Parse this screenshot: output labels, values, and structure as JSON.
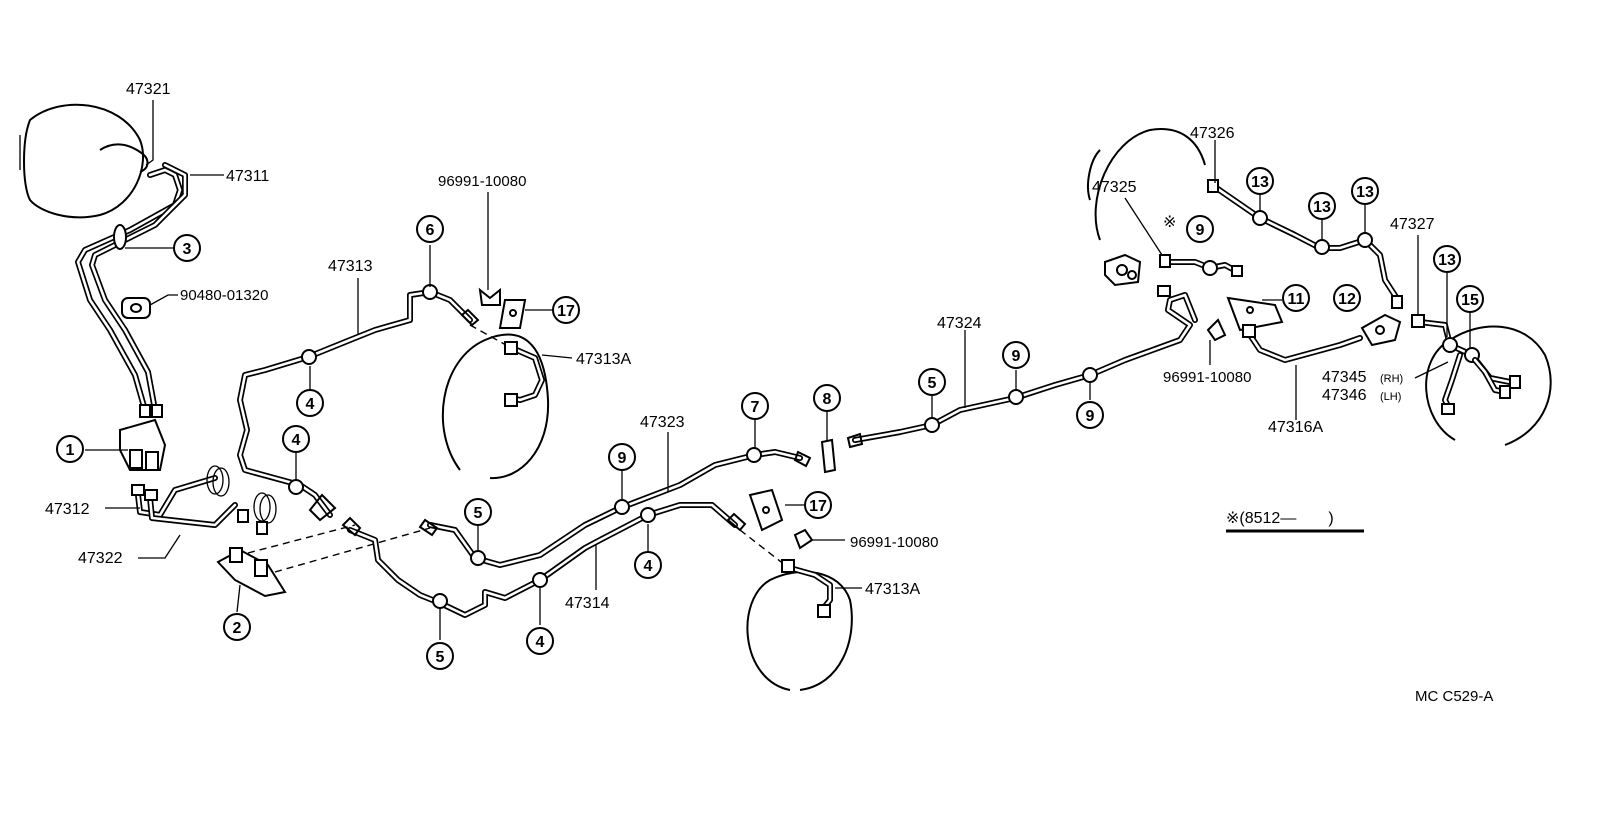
{
  "part_numbers": {
    "p47321": "47321",
    "p47311": "47311",
    "p90480": "90480-01320",
    "p47312": "47312",
    "p47322": "47322",
    "p47313": "47313",
    "p96991_a": "96991-10080",
    "p47313A_a": "47313A",
    "p47323": "47323",
    "p47314": "47314",
    "p96991_b": "96991-10080",
    "p47313A_b": "47313A",
    "p47324": "47324",
    "p47326": "47326",
    "p47325": "47325",
    "p96991_c": "96991-10080",
    "p47327": "47327",
    "p47316A": "47316A",
    "p47345": "47345",
    "p47345_side": "(RH)",
    "p47346": "47346",
    "p47346_side": "(LH)"
  },
  "callouts": {
    "c1": "1",
    "c2": "2",
    "c3": "3",
    "c4a": "4",
    "c4b": "4",
    "c4c": "4",
    "c4d": "4",
    "c5a": "5",
    "c5b": "5",
    "c5c": "5",
    "c6": "6",
    "c7": "7",
    "c8": "8",
    "c9a": "9",
    "c9b": "9",
    "c9c": "9",
    "c9d": "9",
    "c11": "11",
    "c12": "12",
    "c13a": "13",
    "c13b": "13",
    "c13c": "13",
    "c13d": "13",
    "c15": "15",
    "c17a": "17",
    "c17b": "17"
  },
  "notes": {
    "asterisk": "※",
    "date_range": "※(8512―　　)",
    "figure_code": "MC  C529-A"
  }
}
